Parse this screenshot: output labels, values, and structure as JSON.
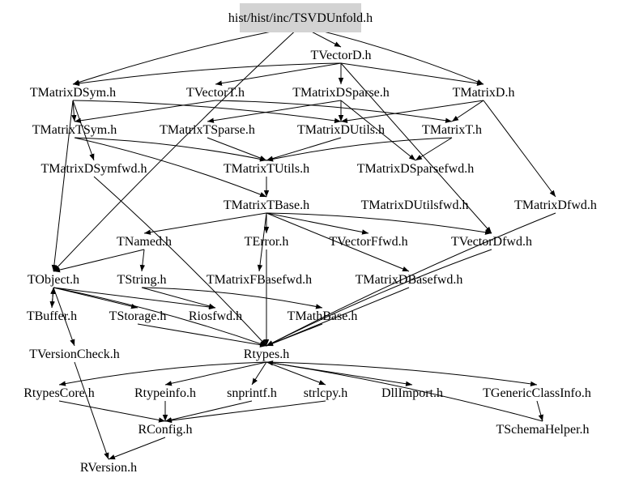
{
  "graph_title": "hist/hist/inc/TSVDUnfold.h",
  "nodes": {
    "root": "hist/hist/inc/TSVDUnfold.h",
    "TVectorD": "TVectorD.h",
    "TMatrixDSym": "TMatrixDSym.h",
    "TVectorT": "TVectorT.h",
    "TMatrixDSparse": "TMatrixDSparse.h",
    "TMatrixD": "TMatrixD.h",
    "TMatrixTSym": "TMatrixTSym.h",
    "TMatrixTSparse": "TMatrixTSparse.h",
    "TMatrixDUtils": "TMatrixDUtils.h",
    "TMatrixT": "TMatrixT.h",
    "TMatrixDSymfwd": "TMatrixDSymfwd.h",
    "TMatrixTUtils": "TMatrixTUtils.h",
    "TMatrixDSparsefwd": "TMatrixDSparsefwd.h",
    "TMatrixTBase": "TMatrixTBase.h",
    "TMatrixDUtilsfwd": "TMatrixDUtilsfwd.h",
    "TMatrixDfwd": "TMatrixDfwd.h",
    "TNamed": "TNamed.h",
    "TError": "TError.h",
    "TVectorFfwd": "TVectorFfwd.h",
    "TVectorDfwd": "TVectorDfwd.h",
    "TObject": "TObject.h",
    "TString": "TString.h",
    "TMatrixFBasefwd": "TMatrixFBasefwd.h",
    "TMatrixDBasefwd": "TMatrixDBasefwd.h",
    "TBuffer": "TBuffer.h",
    "TStorage": "TStorage.h",
    "Riosfwd": "Riosfwd.h",
    "TMathBase": "TMathBase.h",
    "TVersionCheck": "TVersionCheck.h",
    "Rtypes": "Rtypes.h",
    "RtypesCore": "RtypesCore.h",
    "Rtypeinfo": "Rtypeinfo.h",
    "snprintf": "snprintf.h",
    "strlcpy": "strlcpy.h",
    "DllImport": "DllImport.h",
    "TGenericClassInfo": "TGenericClassInfo.h",
    "RConfig": "RConfig.h",
    "TSchemaHelper": "TSchemaHelper.h",
    "RVersion": "RVersion.h"
  },
  "edges": [
    [
      "root",
      "TVectorD"
    ],
    [
      "root",
      "TMatrixD"
    ],
    [
      "root",
      "TMatrixDSym"
    ],
    [
      "root",
      "TObject"
    ],
    [
      "TVectorD",
      "TMatrixDSym"
    ],
    [
      "TVectorD",
      "TVectorT"
    ],
    [
      "TVectorD",
      "TMatrixDSparse"
    ],
    [
      "TVectorD",
      "TMatrixD"
    ],
    [
      "TVectorD",
      "TVectorDfwd"
    ],
    [
      "TMatrixDSym",
      "TMatrixTSym"
    ],
    [
      "TMatrixDSym",
      "TMatrixDSymfwd"
    ],
    [
      "TMatrixDSym",
      "TMatrixDUtils"
    ],
    [
      "TMatrixDSym",
      "TObject"
    ],
    [
      "TVectorT",
      "TMatrixTSym"
    ],
    [
      "TVectorT",
      "TMatrixT"
    ],
    [
      "TMatrixDSparse",
      "TMatrixTSparse"
    ],
    [
      "TMatrixDSparse",
      "TMatrixDUtils"
    ],
    [
      "TMatrixDSparse",
      "TMatrixDSparsefwd"
    ],
    [
      "TMatrixD",
      "TMatrixT"
    ],
    [
      "TMatrixD",
      "TMatrixDUtils"
    ],
    [
      "TMatrixD",
      "TMatrixDfwd"
    ],
    [
      "TMatrixTSym",
      "TMatrixTUtils"
    ],
    [
      "TMatrixTSym",
      "TMatrixTBase"
    ],
    [
      "TMatrixTSparse",
      "TMatrixTUtils"
    ],
    [
      "TMatrixDUtils",
      "TMatrixTUtils"
    ],
    [
      "TMatrixT",
      "TMatrixTUtils"
    ],
    [
      "TMatrixT",
      "TMatrixDSparsefwd"
    ],
    [
      "TMatrixDSymfwd",
      "Rtypes"
    ],
    [
      "TMatrixTUtils",
      "TMatrixTBase"
    ],
    [
      "TMatrixTBase",
      "TNamed"
    ],
    [
      "TMatrixTBase",
      "TError"
    ],
    [
      "TMatrixTBase",
      "TVectorFfwd"
    ],
    [
      "TMatrixTBase",
      "TVectorDfwd"
    ],
    [
      "TMatrixTBase",
      "TMatrixFBasefwd"
    ],
    [
      "TMatrixTBase",
      "TMatrixDBasefwd"
    ],
    [
      "TNamed",
      "TObject"
    ],
    [
      "TNamed",
      "TString"
    ],
    [
      "TError",
      "Rtypes"
    ],
    [
      "TMatrixDBasefwd",
      "Rtypes"
    ],
    [
      "TVectorDfwd",
      "Rtypes"
    ],
    [
      "TMatrixDfwd",
      "Rtypes"
    ],
    [
      "TObject",
      "TBuffer"
    ],
    [
      "TObject",
      "TStorage"
    ],
    [
      "TObject",
      "Riosfwd"
    ],
    [
      "TObject",
      "TVersionCheck"
    ],
    [
      "TObject",
      "Rtypes"
    ],
    [
      "TBuffer",
      "TObject"
    ],
    [
      "TString",
      "Riosfwd"
    ],
    [
      "TString",
      "TMathBase"
    ],
    [
      "TStorage",
      "Rtypes"
    ],
    [
      "TMathBase",
      "Rtypes"
    ],
    [
      "TVersionCheck",
      "RVersion"
    ],
    [
      "Rtypes",
      "RtypesCore"
    ],
    [
      "Rtypes",
      "Rtypeinfo"
    ],
    [
      "Rtypes",
      "snprintf"
    ],
    [
      "Rtypes",
      "strlcpy"
    ],
    [
      "Rtypes",
      "DllImport"
    ],
    [
      "Rtypes",
      "TGenericClassInfo"
    ],
    [
      "RtypesCore",
      "RConfig"
    ],
    [
      "Rtypeinfo",
      "RConfig"
    ],
    [
      "snprintf",
      "RConfig"
    ],
    [
      "strlcpy",
      "RConfig"
    ],
    [
      "RConfig",
      "RVersion"
    ],
    [
      "TGenericClassInfo",
      "TSchemaHelper"
    ],
    [
      "TSchemaHelper",
      "Rtypes"
    ]
  ],
  "colors": {
    "root_fill": "#d3d3d3",
    "edge": "#000000"
  }
}
